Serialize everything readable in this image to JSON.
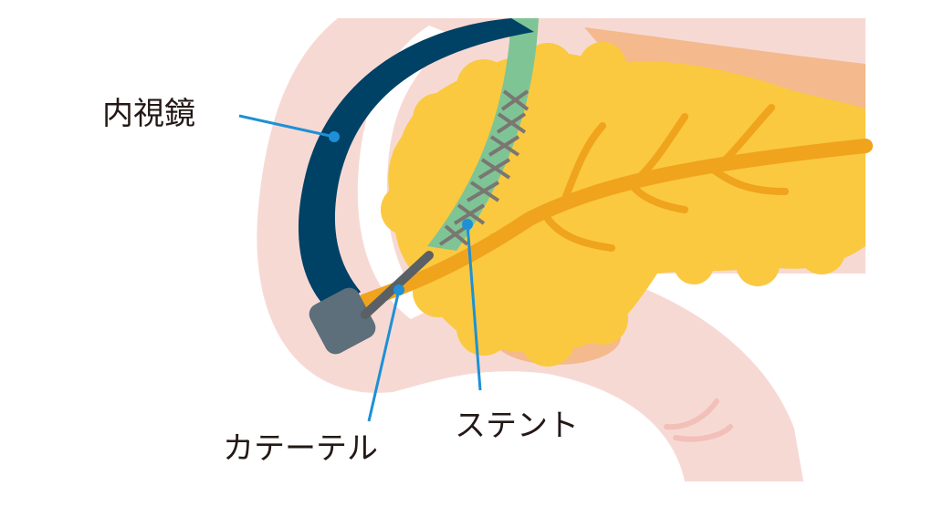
{
  "labels": {
    "endoscope": "内視鏡",
    "stent": "ステント",
    "catheter": "カテーテル"
  },
  "colors": {
    "background": "#ffffff",
    "tissue": "#f7d9d4",
    "tissue_line": "#f2c0b8",
    "pancreas": "#fac940",
    "pancreas_shadow": "#f4b98c",
    "duct": "#f0a31c",
    "endoscope": "#004166",
    "endoscope_tip": "#5c6f7b",
    "stent": "#7fc495",
    "stent_mesh": "#7a7672",
    "catheter": "#5a6066",
    "leader": "#1e90d6",
    "text": "#231815"
  }
}
